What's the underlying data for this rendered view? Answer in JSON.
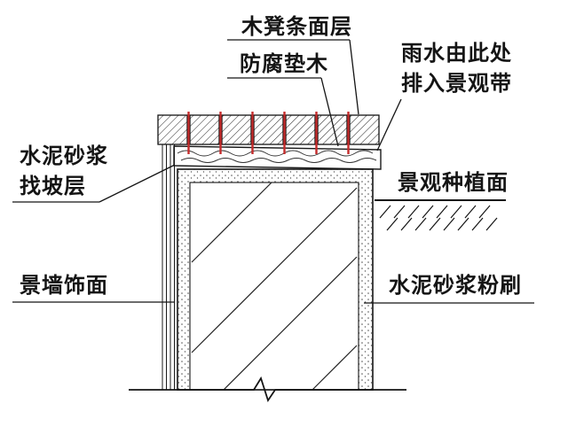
{
  "diagram": {
    "type": "construction-detail-section",
    "labels": {
      "bench_surface": "木凳条面层",
      "pad_wood": "防腐垫木",
      "rain_note_line1": "雨水由此处",
      "rain_note_line2": "排入景观带",
      "slope_line1": "水泥砂浆",
      "slope_line2": "找坡层",
      "planting_surface": "景观种植面",
      "wall_finish": "景墙饰面",
      "plaster": "水泥砂浆粉刷"
    },
    "colors": {
      "line": "#1a1a1a",
      "fastener_red": "#c42b2b",
      "background": "#ffffff"
    }
  }
}
